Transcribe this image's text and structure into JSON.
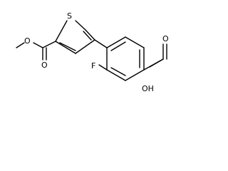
{
  "molecule": {
    "atoms": {
      "ester_carbonyl_o": "O",
      "ester_ether_o": "O",
      "thiophene_s": "S",
      "fluorine": "F",
      "acid_carbonyl_o": "O",
      "acid_hydroxyl": "OH"
    }
  }
}
